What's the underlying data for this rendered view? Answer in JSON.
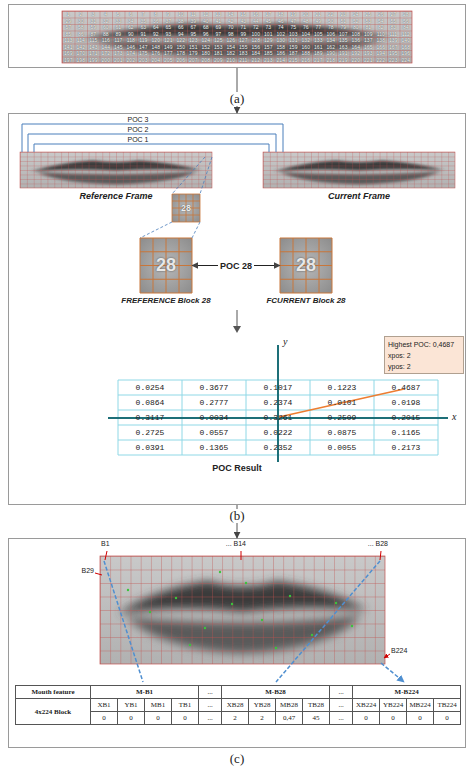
{
  "diagram": {
    "nodes": [
      {
        "text": [
          "(a)"
        ]
      },
      {
        "text": [
          "(b)"
        ]
      },
      {
        "text": [
          "Reference Frame"
        ],
        "in": 1
      },
      {
        "text": [
          "Current Frame"
        ],
        "in": 1
      },
      {
        "text": [
          "FREFERENCE Block 28"
        ],
        "in": 1
      },
      {
        "text": [
          "FCURRENT Block 28"
        ],
        "in": 1
      },
      {
        "text": [
          "Highest POC: 0,4687",
          "xpos: 2",
          "ypos: 2"
        ],
        "in": 1
      },
      {
        "text": [
          "(c)"
        ]
      }
    ],
    "edges": [
      {
        "from": 0,
        "to": 1,
        "arrow": "to"
      },
      {
        "from": 1,
        "to": 7,
        "arrow": "to"
      },
      {
        "from": 2,
        "to": 3,
        "label": "POC 3",
        "arrow": "none"
      },
      {
        "from": 2,
        "to": 3,
        "label": "POC 2",
        "arrow": "none"
      },
      {
        "from": 2,
        "to": 3,
        "label": "POC 1",
        "arrow": "none"
      },
      {
        "from": 4,
        "to": 5,
        "label": "POC 28",
        "arrow": "both"
      }
    ],
    "labels": [
      "1",
      "2",
      "3",
      "4",
      "5",
      "6",
      "7",
      "8",
      "9",
      "10",
      "11",
      "12",
      "13",
      "14",
      "15",
      "16",
      "17",
      "18",
      "19",
      "20",
      "21",
      "22",
      "23",
      "24",
      "25",
      "26",
      "27",
      "28",
      "29",
      "30",
      "31",
      "32",
      "33",
      "34",
      "35",
      "36",
      "37",
      "38",
      "39",
      "40",
      "41",
      "42",
      "43",
      "44",
      "45",
      "46",
      "47",
      "48",
      "49",
      "50",
      "51",
      "52",
      "53",
      "54",
      "55",
      "56",
      "57",
      "58",
      "59",
      "60",
      "61",
      "62",
      "63",
      "64",
      "65",
      "66",
      "67",
      "68",
      "69",
      "70",
      "71",
      "72",
      "73",
      "74",
      "75",
      "76",
      "77",
      "78",
      "79",
      "80",
      "81",
      "82",
      "83",
      "84",
      "85",
      "86",
      "87",
      "88",
      "89",
      "90",
      "91",
      "92",
      "93",
      "94",
      "95",
      "96",
      "97",
      "98",
      "99",
      "100",
      "101",
      "102",
      "103",
      "104",
      "105",
      "106",
      "107",
      "108",
      "109",
      "110",
      "111",
      "112",
      "113",
      "114",
      "115",
      "116",
      "117",
      "118",
      "119",
      "120",
      "121",
      "122",
      "123",
      "124",
      "125",
      "126",
      "127",
      "128",
      "129",
      "130",
      "131",
      "132",
      "133",
      "134",
      "135",
      "136",
      "137",
      "138",
      "139",
      "140",
      "141",
      "142",
      "143",
      "144",
      "145",
      "146",
      "147",
      "148",
      "149",
      "150",
      "151",
      "152",
      "153",
      "154",
      "155",
      "156",
      "157",
      "158",
      "159",
      "160",
      "161",
      "162",
      "163",
      "164",
      "165",
      "166",
      "167",
      "168",
      "169",
      "170",
      "171",
      "172",
      "173",
      "174",
      "175",
      "176",
      "177",
      "178",
      "179",
      "180",
      "181",
      "182",
      "183",
      "184",
      "185",
      "186",
      "187",
      "188",
      "189",
      "190",
      "191",
      "192",
      "193",
      "194",
      "195",
      "196",
      "197",
      "198",
      "199",
      "200",
      "201",
      "202",
      "203",
      "204",
      "205",
      "206",
      "207",
      "208",
      "209",
      "210",
      "211",
      "212",
      "213",
      "214",
      "215",
      "216",
      "217",
      "218",
      "219",
      "220",
      "221",
      "222",
      "223",
      "224",
      "28",
      "28",
      "28",
      "y",
      "x",
      "0.0254",
      "0.3677",
      "0.1017",
      "0.1223",
      "0.4687",
      "0.0864",
      "0.2777",
      "0.2374",
      "0.0101",
      "0.0198",
      "0.3117",
      "0.0034",
      "0.3261",
      "0.2509",
      "0.2015",
      "0.2725",
      "0.0557",
      "0.0222",
      "0.0875",
      "0.1165",
      "0.0391",
      "0.1365",
      "0.2352",
      "0.0055",
      "0.2173",
      "POC Result",
      "B1",
      "... B14",
      "... B28",
      "B29",
      "B224",
      "Mouth feature",
      "M-B1",
      "...",
      "M-B28",
      "...",
      "M-B224",
      "4x224 Block",
      "XB1",
      "YB1",
      "MB1",
      "TB1",
      "...",
      "XB28",
      "YB28",
      "MB28",
      "TB28",
      "...",
      "XB224",
      "YB224",
      "MB224",
      "TB224",
      "0",
      "0",
      "0",
      "0",
      "...",
      "2",
      "2",
      "0,47",
      "45",
      "...",
      "0",
      "0",
      "0",
      "0"
    ]
  }
}
